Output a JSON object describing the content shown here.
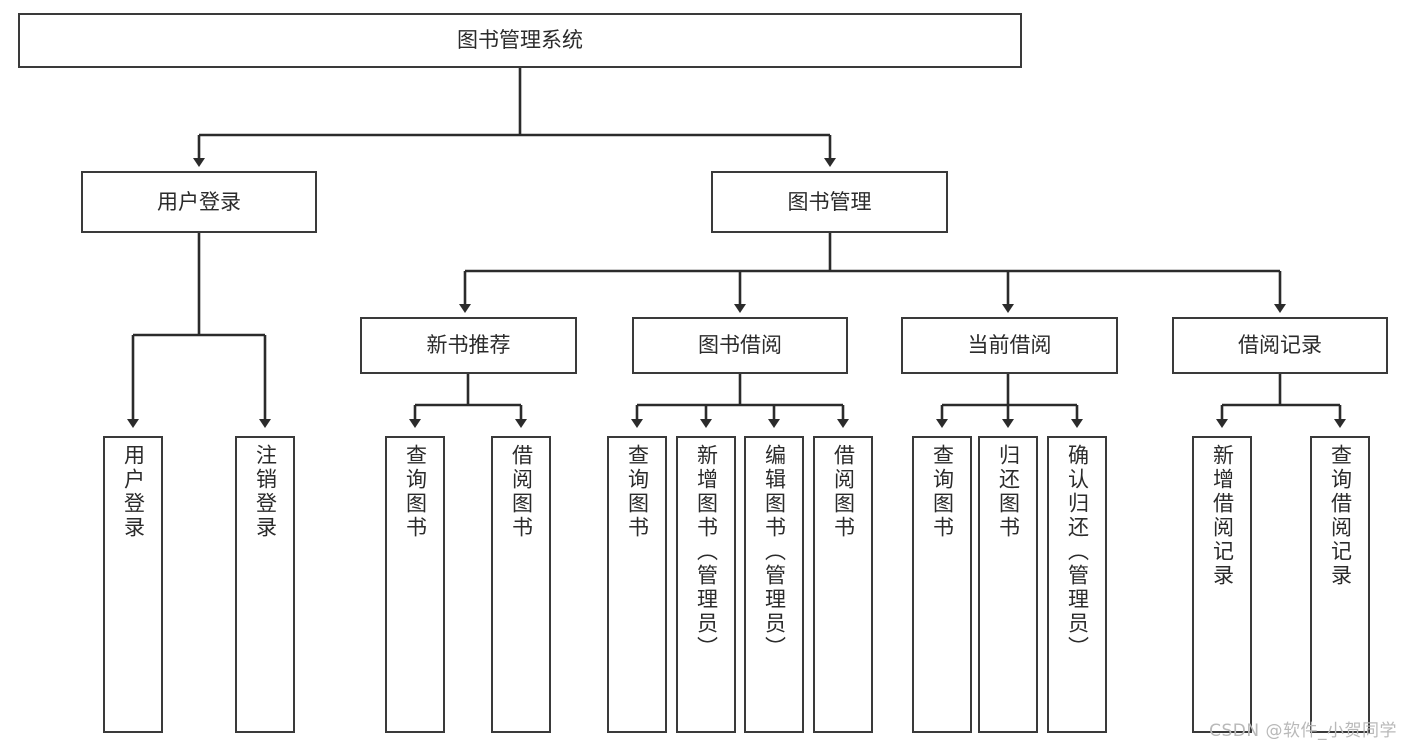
{
  "diagram": {
    "type": "tree",
    "title": "图书管理系统",
    "watermark": "CSDN @软件_小贺同学",
    "colors": {
      "box_border": "#3a3a3a",
      "box_fill": "#ffffff",
      "edge": "#2b2b2b",
      "text": "#2b2b2b",
      "watermark": "#b9b9b9",
      "background": "#ffffff"
    },
    "nodes": {
      "root": {
        "label": "图书管理系统"
      },
      "level2": [
        {
          "label": "用户登录"
        },
        {
          "label": "图书管理"
        }
      ],
      "level3": [
        {
          "label": "新书推荐"
        },
        {
          "label": "图书借阅"
        },
        {
          "label": "当前借阅"
        },
        {
          "label": "借阅记录"
        }
      ],
      "leaves": {
        "user_login": [
          {
            "label": "用户登录"
          },
          {
            "label": "注销登录"
          }
        ],
        "new_book_recommend": [
          {
            "label": "查询图书"
          },
          {
            "label": "借阅图书"
          }
        ],
        "book_borrow": [
          {
            "label": "查询图书"
          },
          {
            "label": "新增图书（管理员）"
          },
          {
            "label": "编辑图书（管理员）"
          },
          {
            "label": "借阅图书"
          }
        ],
        "current_borrow": [
          {
            "label": "查询图书"
          },
          {
            "label": "归还图书"
          },
          {
            "label": "确认归还（管理员）"
          }
        ],
        "borrow_records": [
          {
            "label": "新增借阅记录"
          },
          {
            "label": "查询借阅记录"
          }
        ]
      }
    }
  }
}
